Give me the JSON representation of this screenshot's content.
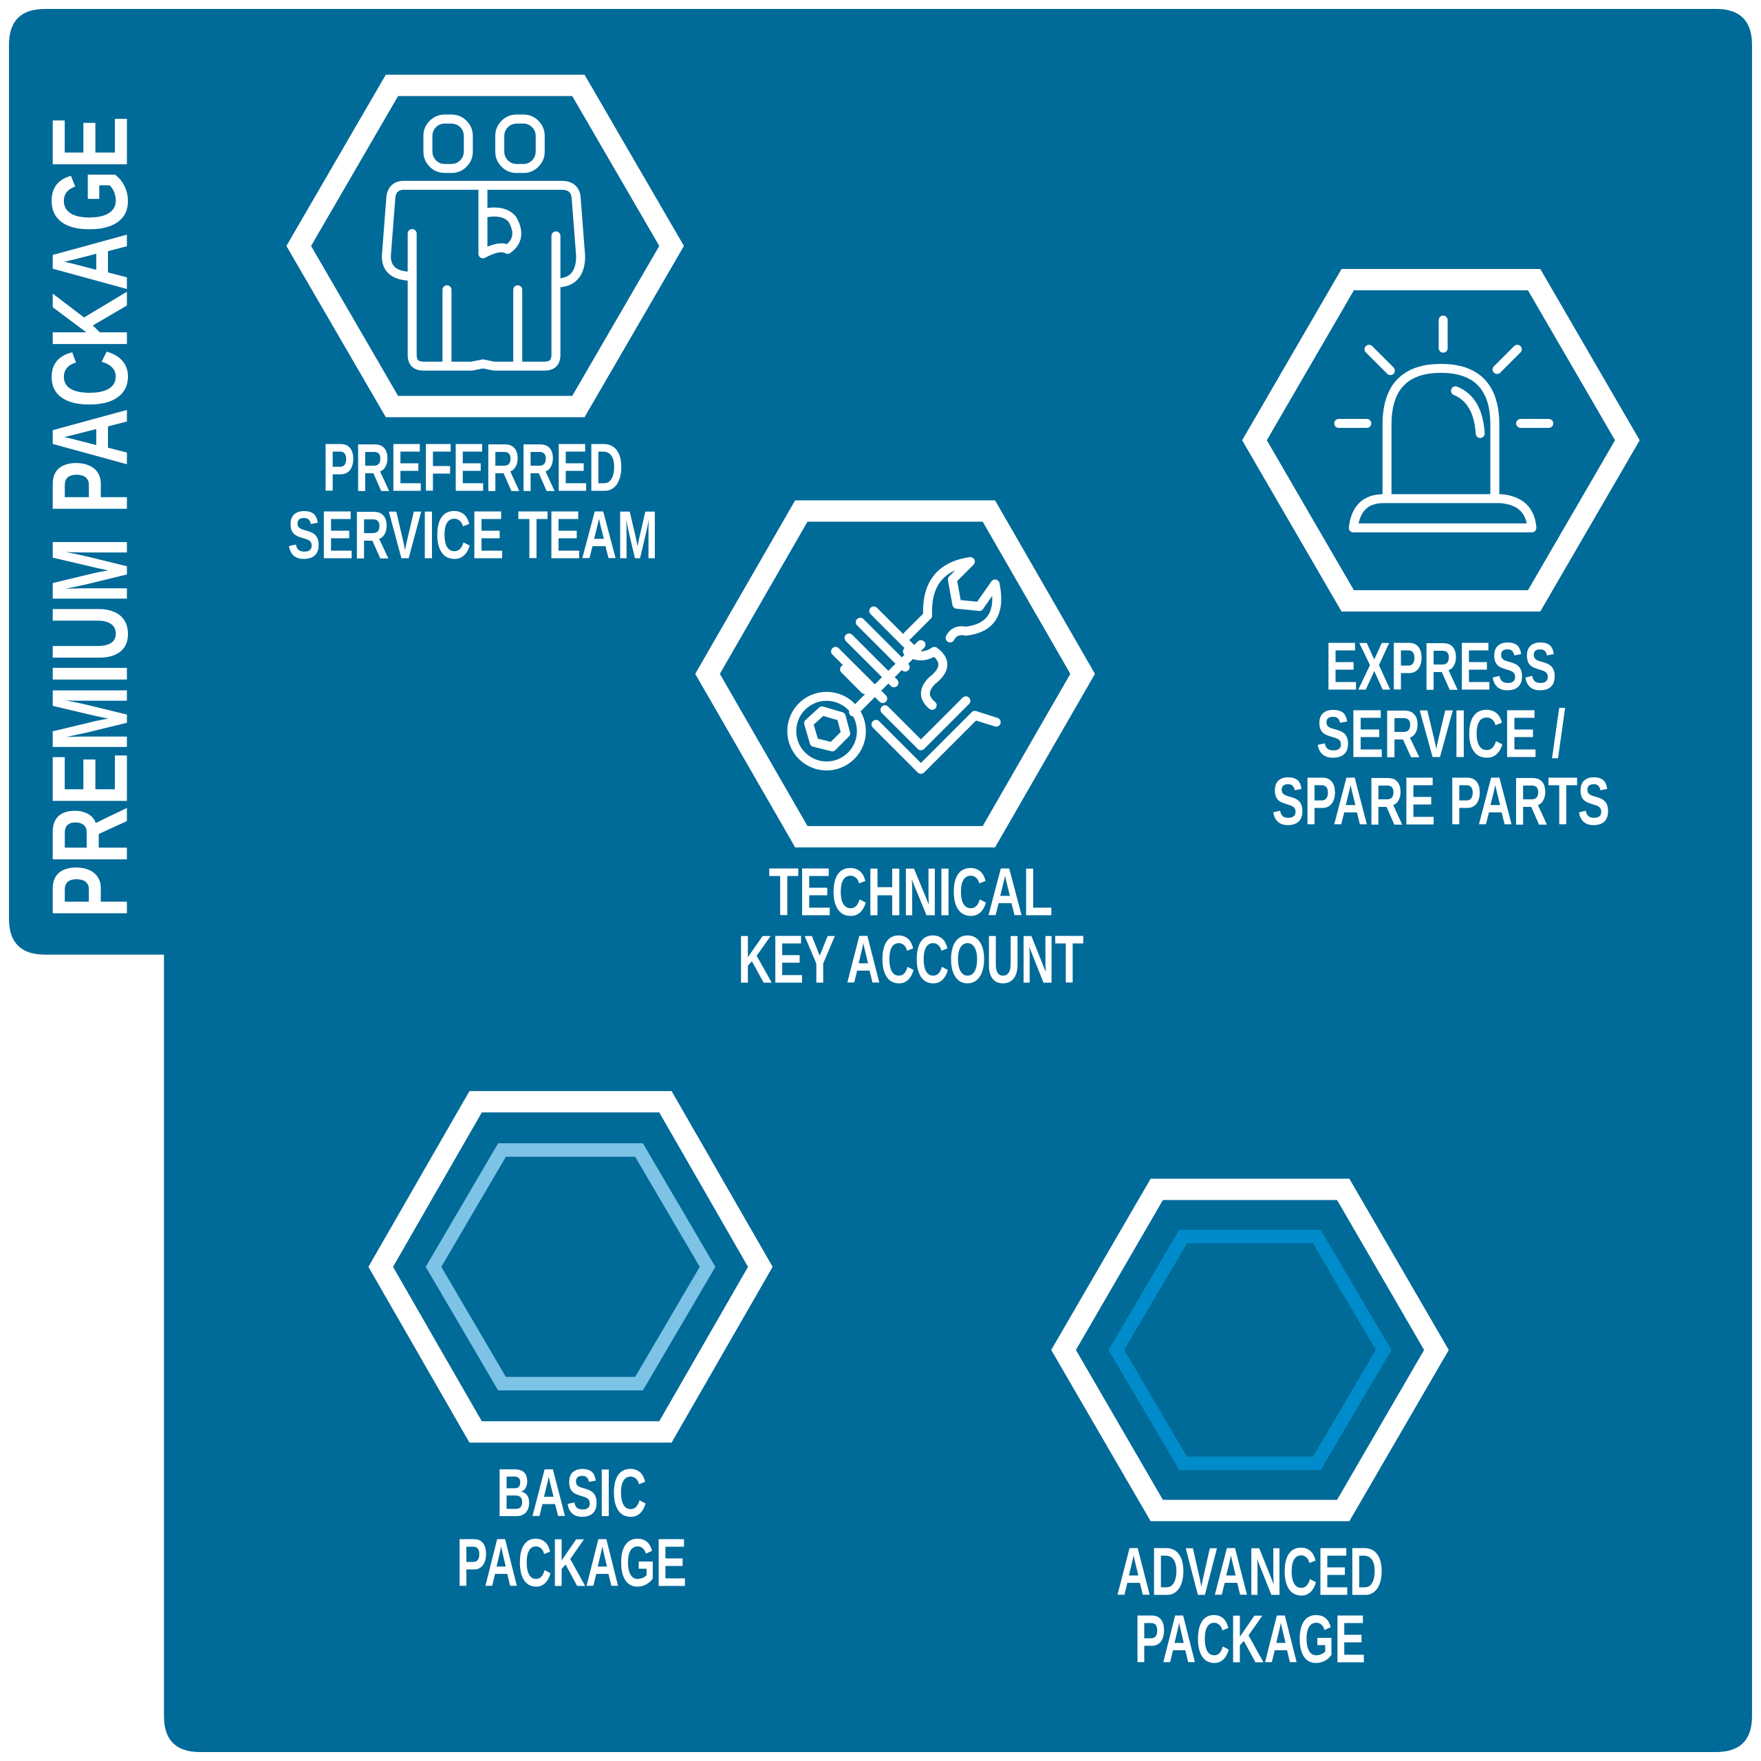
{
  "title": "PREMIUM PACKAGE",
  "colors": {
    "background": "#006a98",
    "outline": "#ffffff",
    "basic_inner": "#7dc3e6",
    "advanced_inner": "#008ccb"
  },
  "items": [
    {
      "lines": [
        "PREFERRED",
        "SERVICE TEAM"
      ],
      "icon": "team-icon"
    },
    {
      "lines": [
        "EXPRESS",
        "SERVICE /",
        "SPARE PARTS"
      ],
      "icon": "siren-icon"
    },
    {
      "lines": [
        "TECHNICAL",
        "KEY ACCOUNT"
      ],
      "icon": "tools-icon"
    },
    {
      "lines": [
        "BASIC",
        "PACKAGE"
      ],
      "icon": "hexagon-icon"
    },
    {
      "lines": [
        "ADVANCED",
        "PACKAGE"
      ],
      "icon": "hexagon-icon"
    }
  ]
}
